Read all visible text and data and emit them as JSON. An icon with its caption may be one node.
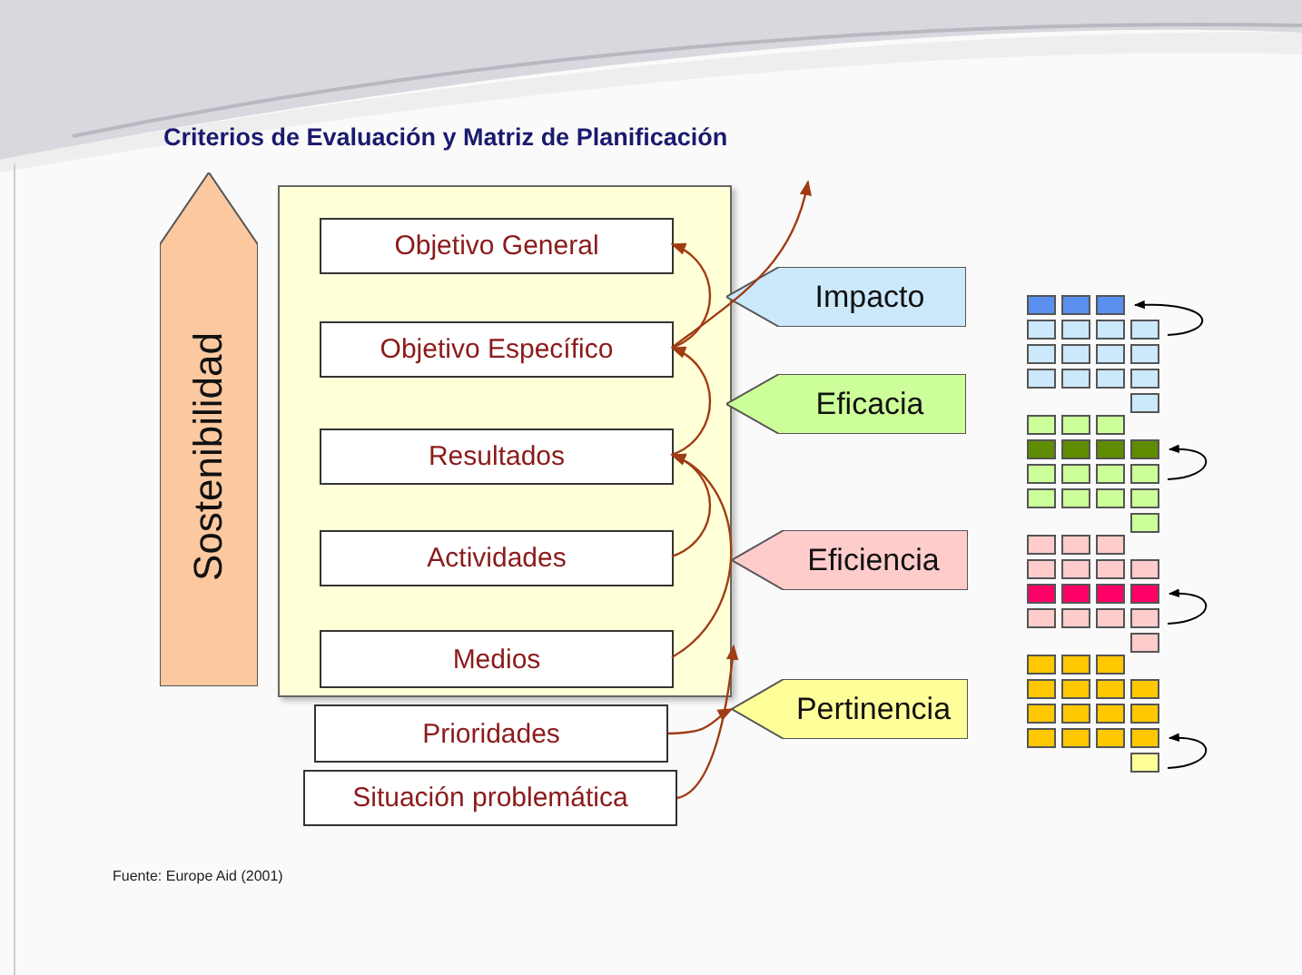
{
  "diagram": {
    "title": "Criterios de Evaluación y Matriz de Planificación",
    "nodes": [
      {
        "text": [
          "Sostenibilidad"
        ]
      },
      {
        "text": [],
        "shape": "box"
      },
      {
        "text": [
          "Objetivo General"
        ],
        "in": 1
      },
      {
        "text": [
          "Objetivo Específico"
        ],
        "in": 1
      },
      {
        "text": [
          "Resultados"
        ],
        "in": 1
      },
      {
        "text": [
          "Actividades"
        ],
        "in": 1
      },
      {
        "text": [
          "Medios"
        ],
        "in": 1
      },
      {
        "text": [
          "Prioridades"
        ]
      },
      {
        "text": [
          "Situación problemática"
        ]
      },
      {
        "text": [
          "Impacto"
        ]
      },
      {
        "text": [
          "Eficacia"
        ]
      },
      {
        "text": [
          "Eficiencia"
        ]
      },
      {
        "text": [
          "Pertinencia"
        ]
      }
    ],
    "edges": [
      {
        "from": 3,
        "to": 2,
        "arrow": "to"
      },
      {
        "from": 4,
        "to": 3,
        "arrow": "to"
      },
      {
        "from": 5,
        "to": 4,
        "arrow": "to"
      },
      {
        "from": 6,
        "to": 4,
        "arrow": "to"
      },
      {
        "from": 3,
        "to": null,
        "arrow": "to"
      },
      {
        "from": 7,
        "to": 12,
        "arrow": "to"
      },
      {
        "from": 8,
        "to": 1,
        "arrow": "to"
      }
    ],
    "labels": [
      "Fuente: Europe Aid (2001)"
    ]
  }
}
